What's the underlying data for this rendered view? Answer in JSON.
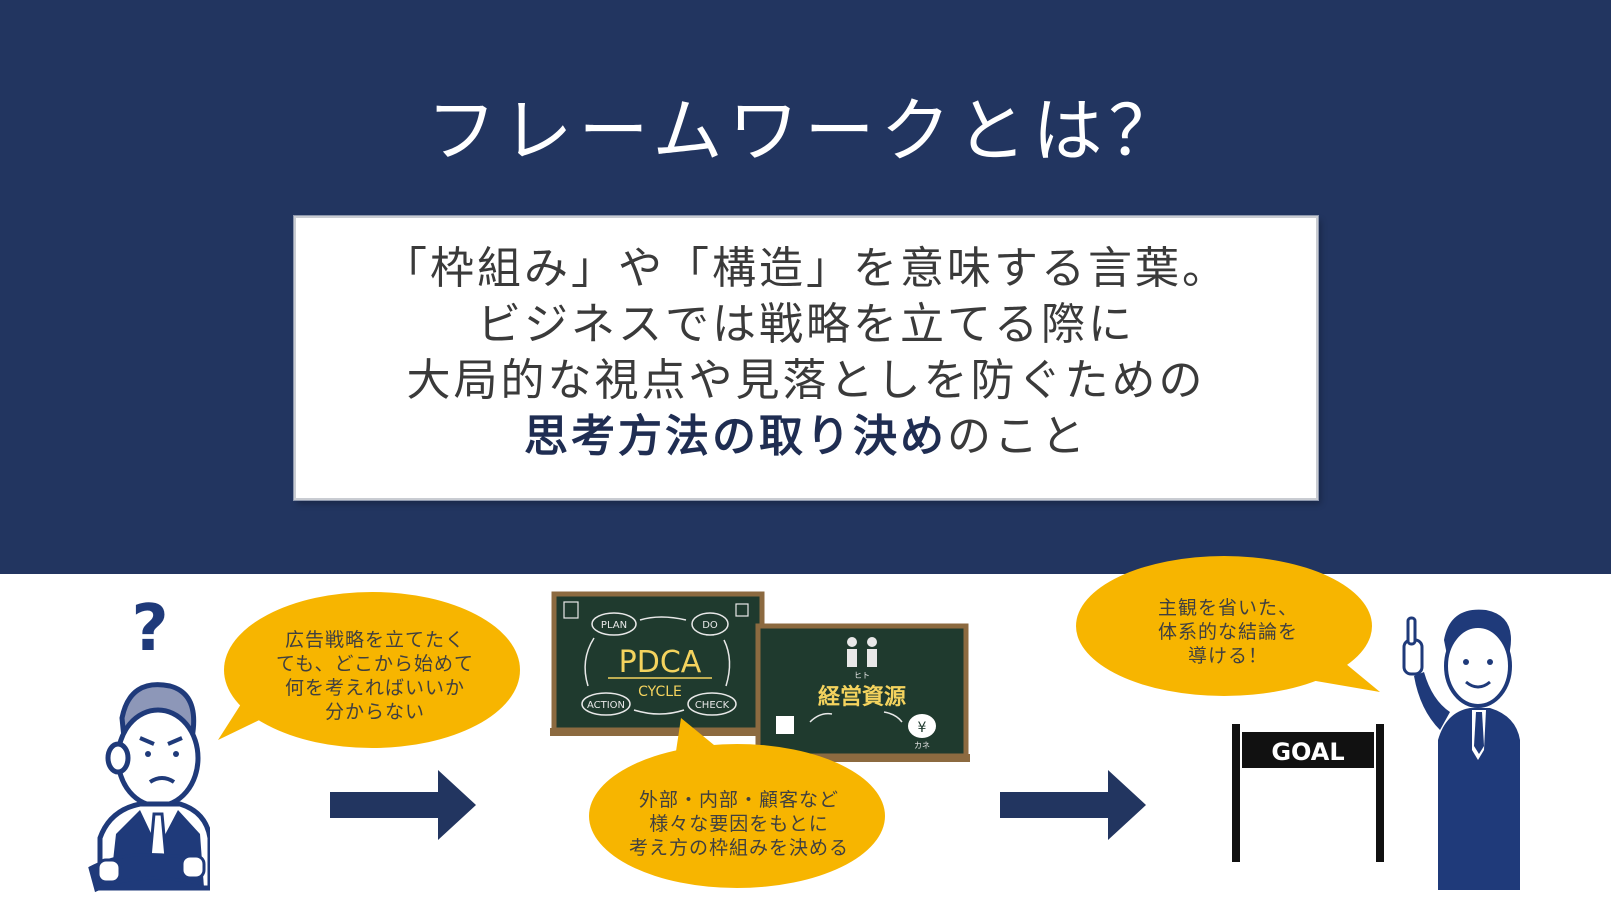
{
  "slide": {
    "title": "フレームワークとは？",
    "definition": {
      "line1": "「枠組み」や「構造」を意味する言葉。",
      "line2": "ビジネスでは戦略を立てる際に",
      "line3": "大局的な視点や見落としを防ぐための",
      "line4_bold": "思考方法の取り決め",
      "line4_rest": "のこと"
    }
  },
  "bubbles": {
    "problem": [
      "広告戦略を立てたく",
      "ても、どこから始めて",
      "何を考えればいいか",
      "分からない"
    ],
    "method": [
      "外部・内部・顧客など",
      "様々な要因をもとに",
      "考え方の枠組みを決める"
    ],
    "result": [
      "主観を省いた、",
      "体系的な結論を",
      "導ける！"
    ]
  },
  "board_pdca": {
    "plan": "PLAN",
    "do": "DO",
    "check": "CHECK",
    "action": "ACTION",
    "center": "PDCA",
    "sub": "CYCLE"
  },
  "board_resources": {
    "label": "経営資源",
    "people": "ヒト",
    "money": "カネ",
    "yen": "¥"
  },
  "question_mark": "?",
  "goal": {
    "label": "GOAL"
  },
  "colors": {
    "navy": "#223560",
    "bubble_yellow": "#f7b500",
    "chalkboard": "#1f3a2e",
    "board_frame": "#8c6a40"
  },
  "icons": {
    "arrow1": "right-arrow-icon",
    "arrow2": "right-arrow-icon"
  }
}
